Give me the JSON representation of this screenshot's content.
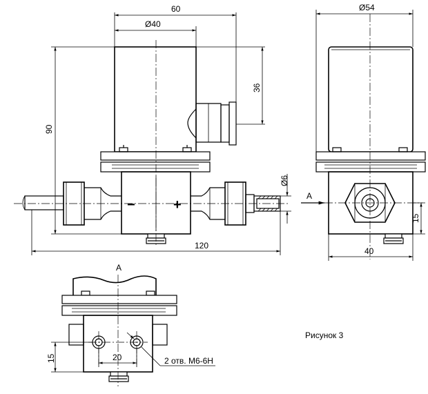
{
  "dimensions": {
    "width_60": "60",
    "dia_40": "Ø40",
    "height_36": "36",
    "height_90": "90",
    "length_120": "120",
    "dia_6": "Ø6",
    "dia_54": "Ø54",
    "height_15_right": "15",
    "width_40": "40",
    "spacing_20": "20",
    "height_15_bottom": "15"
  },
  "labels": {
    "minus_sign": "−",
    "plus_sign": "+",
    "view_a_arrow": "A",
    "view_a_title": "A",
    "holes_note": "2 отв. М6-6Н",
    "figure_caption": "Рисунок 3"
  }
}
